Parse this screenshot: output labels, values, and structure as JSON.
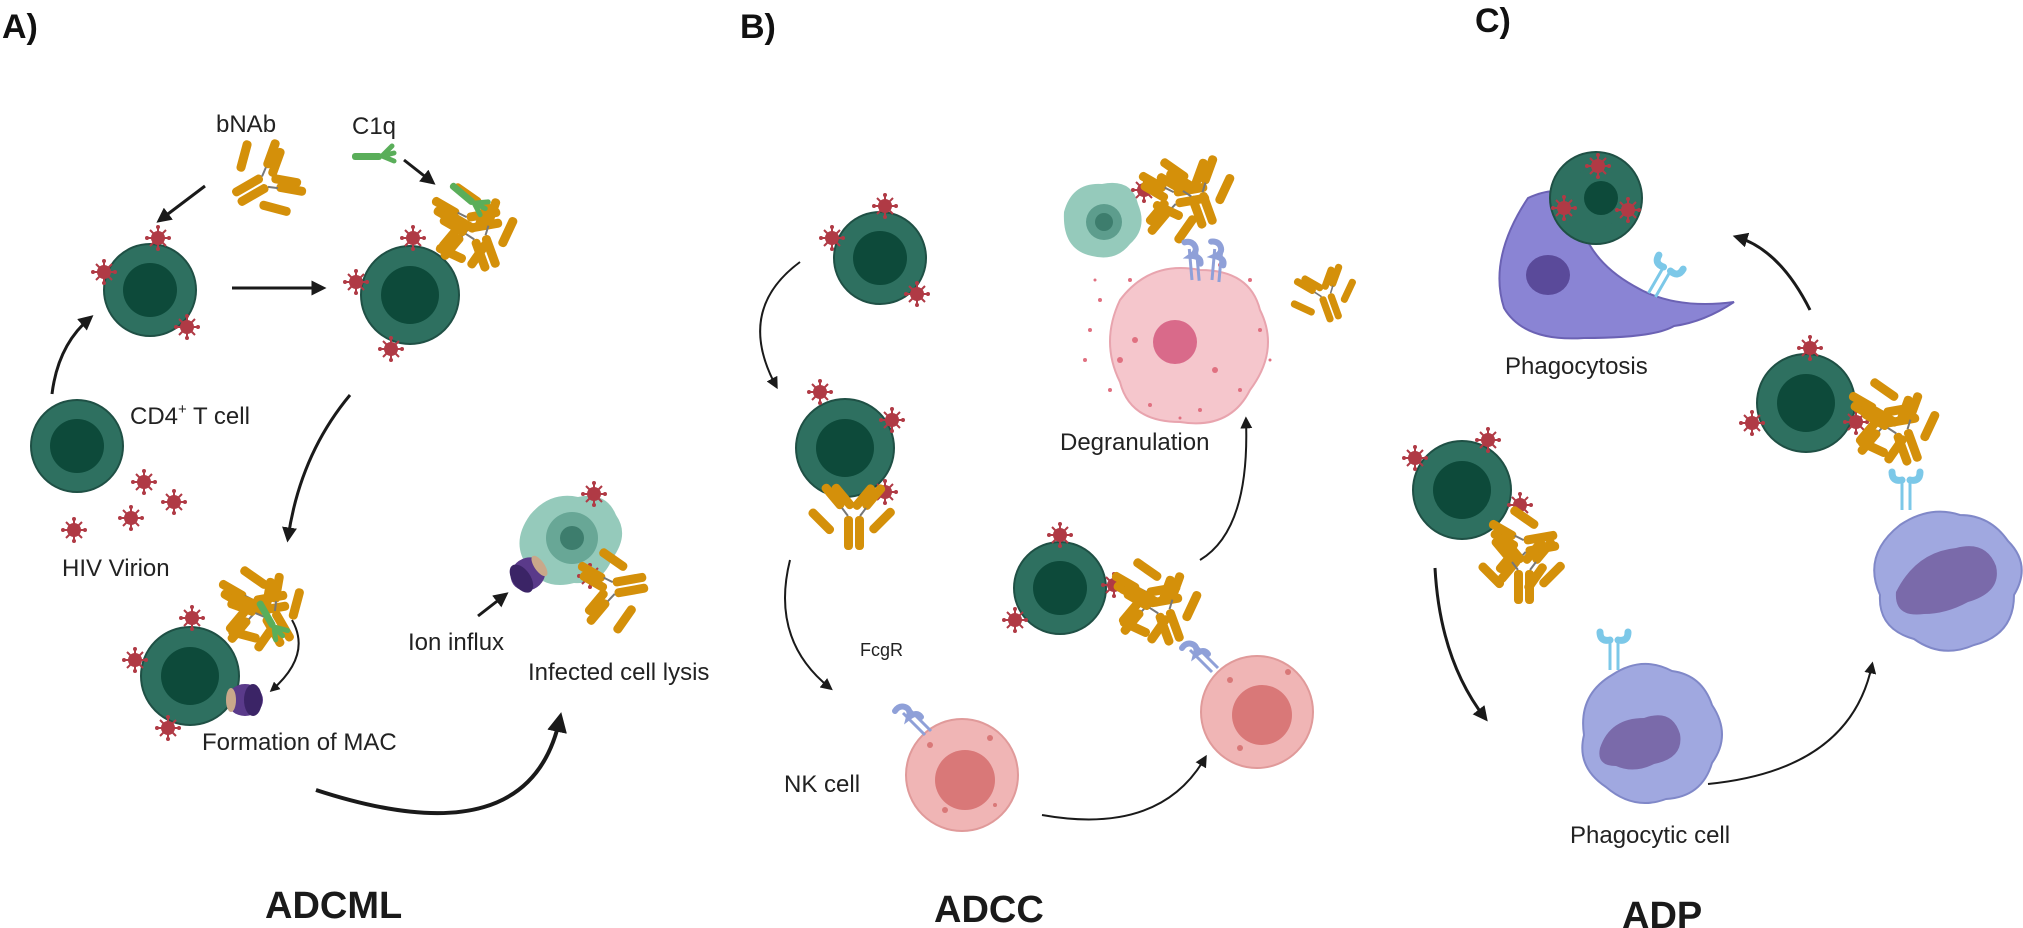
{
  "panels": [
    {
      "letter": "A)",
      "title": "ADCML"
    },
    {
      "letter": "B)",
      "title": "ADCC"
    },
    {
      "letter": "C)",
      "title": "ADP"
    }
  ],
  "labels": {
    "bnab": "bNAb",
    "c1q": "C1q",
    "cd4_cell": "CD4",
    "cd4_sup": "+",
    "cd4_suffix": " T cell",
    "hiv_virion": "HIV Virion",
    "formation_mac": "Formation of MAC",
    "ion_influx": "Ion influx",
    "infected_lysis": "Infected cell lysis",
    "fcgr": "FcgR",
    "nk_cell": "NK cell",
    "degranulation": "Degranulation",
    "phagocytosis": "Phagocytosis",
    "phagocytic_cell": "Phagocytic cell"
  },
  "colors": {
    "t_cell": "#2e7060",
    "t_cell_nucleus": "#0d4a3a",
    "virion": "#b03a45",
    "antibody": "#d4900a",
    "c1q": "#5aae5a",
    "mac_pore": "#5a3a8a",
    "nk_cell": "#f0b5b5",
    "nk_nucleus": "#d97878",
    "fcgr": "#8fa0d8",
    "phagocyte": "#a0a8e0",
    "phagocyte_nucleus": "#7a6aaa",
    "phago_receptor": "#7cc8e8",
    "lysed_cell": "#8ac4b4"
  }
}
